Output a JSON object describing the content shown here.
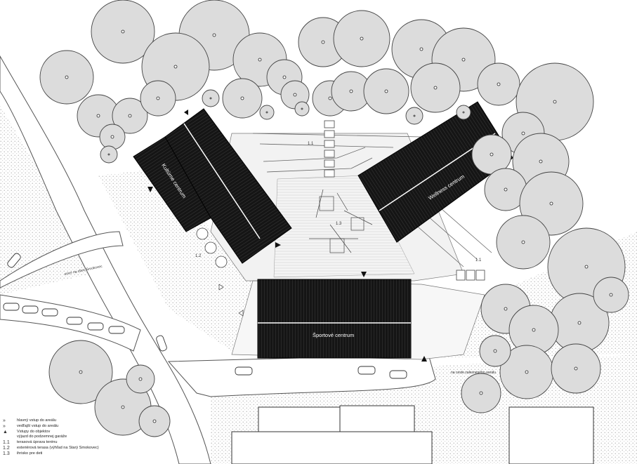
{
  "buildings": {
    "kulturne": "Kultúrne centrum",
    "wellness": "Wellness centrum",
    "sportove": "Športové centrum"
  },
  "annotations": {
    "road_left": "smer na obec Smokovec",
    "road_bottom_right": "na ceste zalesneného areálu",
    "terrace_a": "1.1",
    "terrace_b": "1.1",
    "terrace_c": "1.2",
    "terrace_d": "1.3"
  },
  "legend": {
    "items": [
      {
        "symbol": "»",
        "text": "hlavný vstup do areálu"
      },
      {
        "symbol": "»",
        "text": "vedľajší vstup do areálu"
      },
      {
        "symbol": "▲",
        "text": "Vstupy do objektov"
      },
      {
        "symbol": "",
        "text": "výjazd do podzemnej garáže"
      },
      {
        "symbol": "1.1",
        "text": "terasová úprava terénu"
      },
      {
        "symbol": "1.2",
        "text": "exteriérová terasa (výhľad na Starý Smokovec)"
      },
      {
        "symbol": "1.3",
        "text": "ihrisko pre deti"
      }
    ]
  },
  "colors": {
    "tree_fill": "#dcdcdc",
    "roof": "#1a1a1a",
    "road": "#ffffff",
    "paving": "#efefef",
    "stipple": "#d0d0d0"
  }
}
